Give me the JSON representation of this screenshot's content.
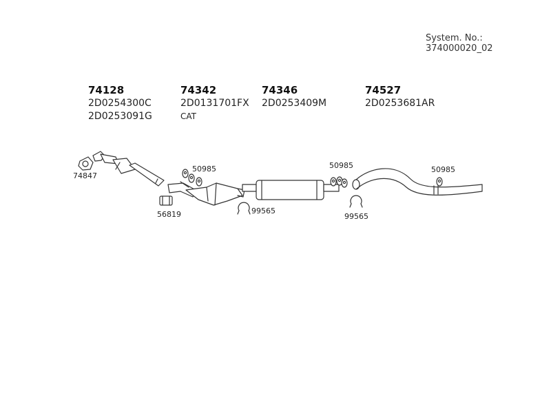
{
  "system_number": "System. No.: 374000020_02",
  "groups": [
    {
      "part": "74128",
      "oe": [
        "2D0254300C",
        "2D0253091G"
      ]
    },
    {
      "part": "74342",
      "oe": [
        "2D0131701FX"
      ],
      "tag": "CAT"
    },
    {
      "part": "74346",
      "oe": [
        "2D0253409M"
      ]
    },
    {
      "part": "74527",
      "oe": [
        "2D0253681AR"
      ]
    }
  ],
  "labels": {
    "gasket": "74847",
    "clamp_sleeve": "56819",
    "hanger_1": "50985",
    "hanger_2": "50985",
    "hanger_3": "50985",
    "clamp_1": "99565",
    "clamp_2": "99565"
  }
}
